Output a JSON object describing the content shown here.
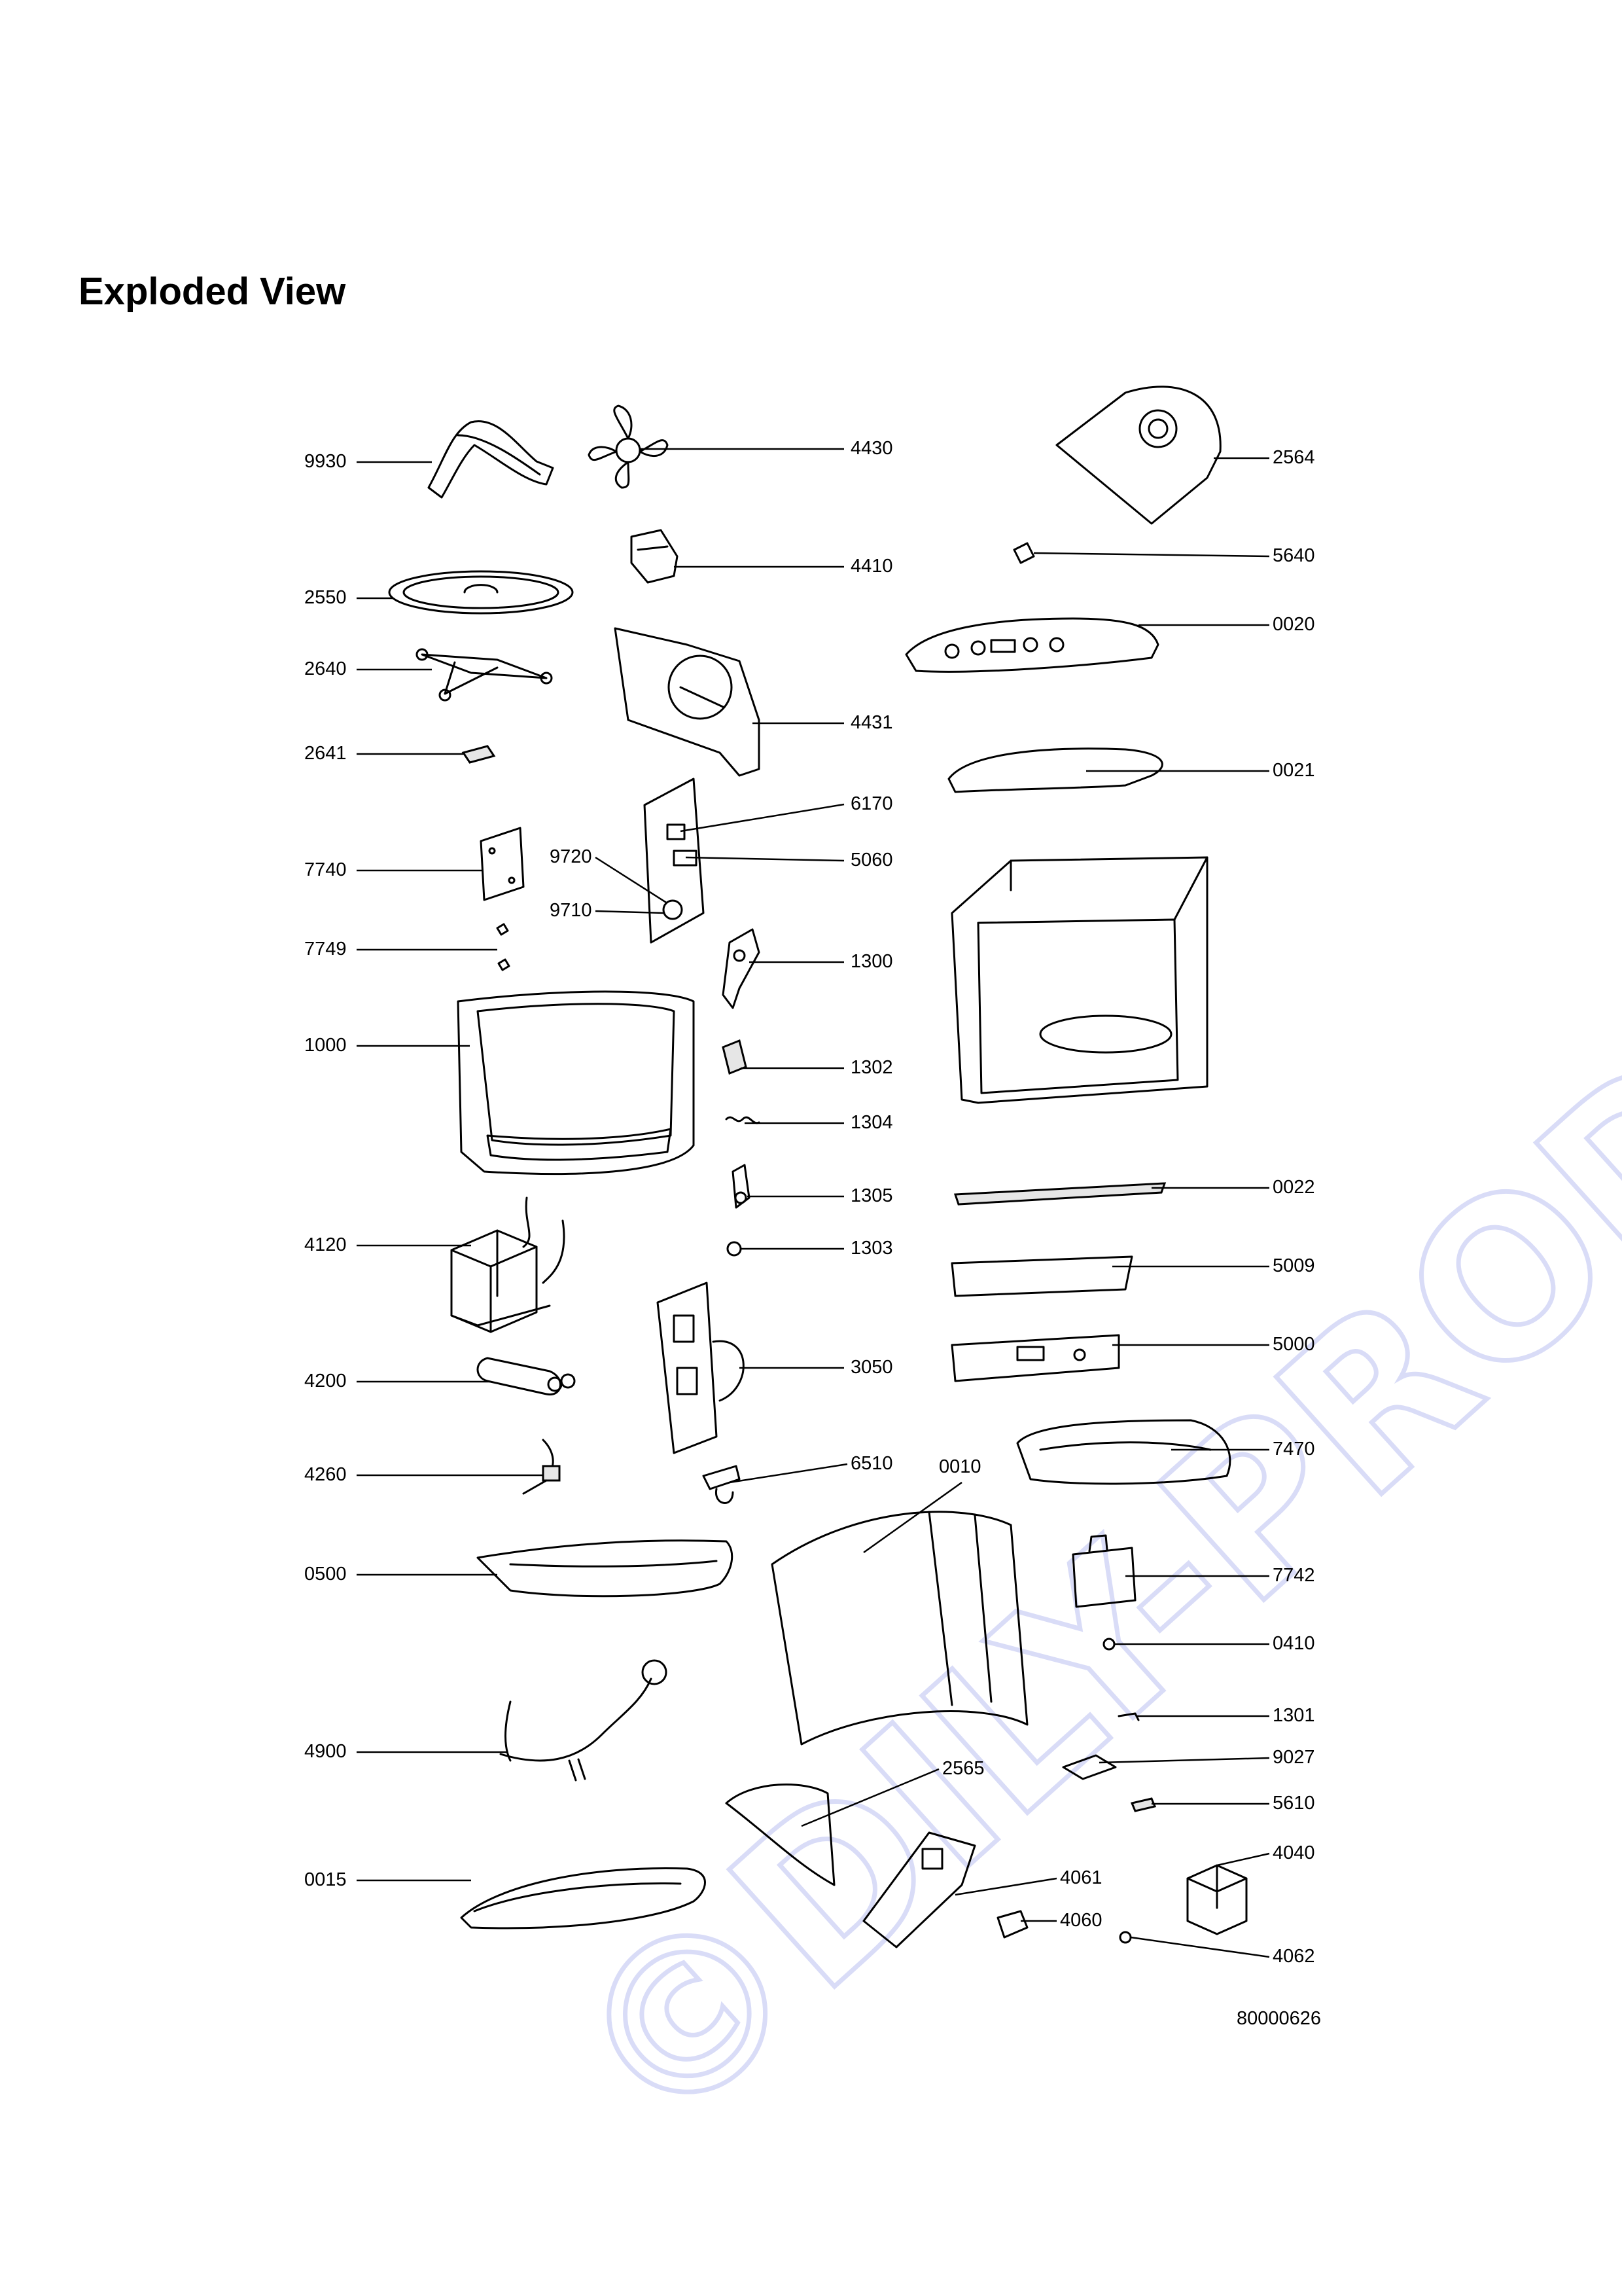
{
  "title": "Exploded View",
  "drawing_number": "80000626",
  "watermark": "©DILY-PRODEJ.cz",
  "labels": {
    "p9930": "9930",
    "p4430": "4430",
    "p2564": "2564",
    "p4410": "4410",
    "p5640": "5640",
    "p2550": "2550",
    "p0020": "0020",
    "p2640": "2640",
    "p4431": "4431",
    "p2641": "2641",
    "p0021": "0021",
    "p6170": "6170",
    "p7740": "7740",
    "p9720": "9720",
    "p5060": "5060",
    "p9710": "9710",
    "p7749": "7749",
    "p1300": "1300",
    "p1000": "1000",
    "p1302": "1302",
    "p1304": "1304",
    "p0022": "0022",
    "p1305": "1305",
    "p4120": "4120",
    "p1303": "1303",
    "p5009": "5009",
    "p5000": "5000",
    "p3050": "3050",
    "p4200": "4200",
    "p7470": "7470",
    "p4260": "4260",
    "p6510": "6510",
    "p0010": "0010",
    "p0500": "0500",
    "p7742": "7742",
    "p0410": "0410",
    "p1301": "1301",
    "p4900": "4900",
    "p9027": "9027",
    "p2565": "2565",
    "p5610": "5610",
    "p4040": "4040",
    "p0015": "0015",
    "p4061": "4061",
    "p4060": "4060",
    "p4062": "4062"
  }
}
